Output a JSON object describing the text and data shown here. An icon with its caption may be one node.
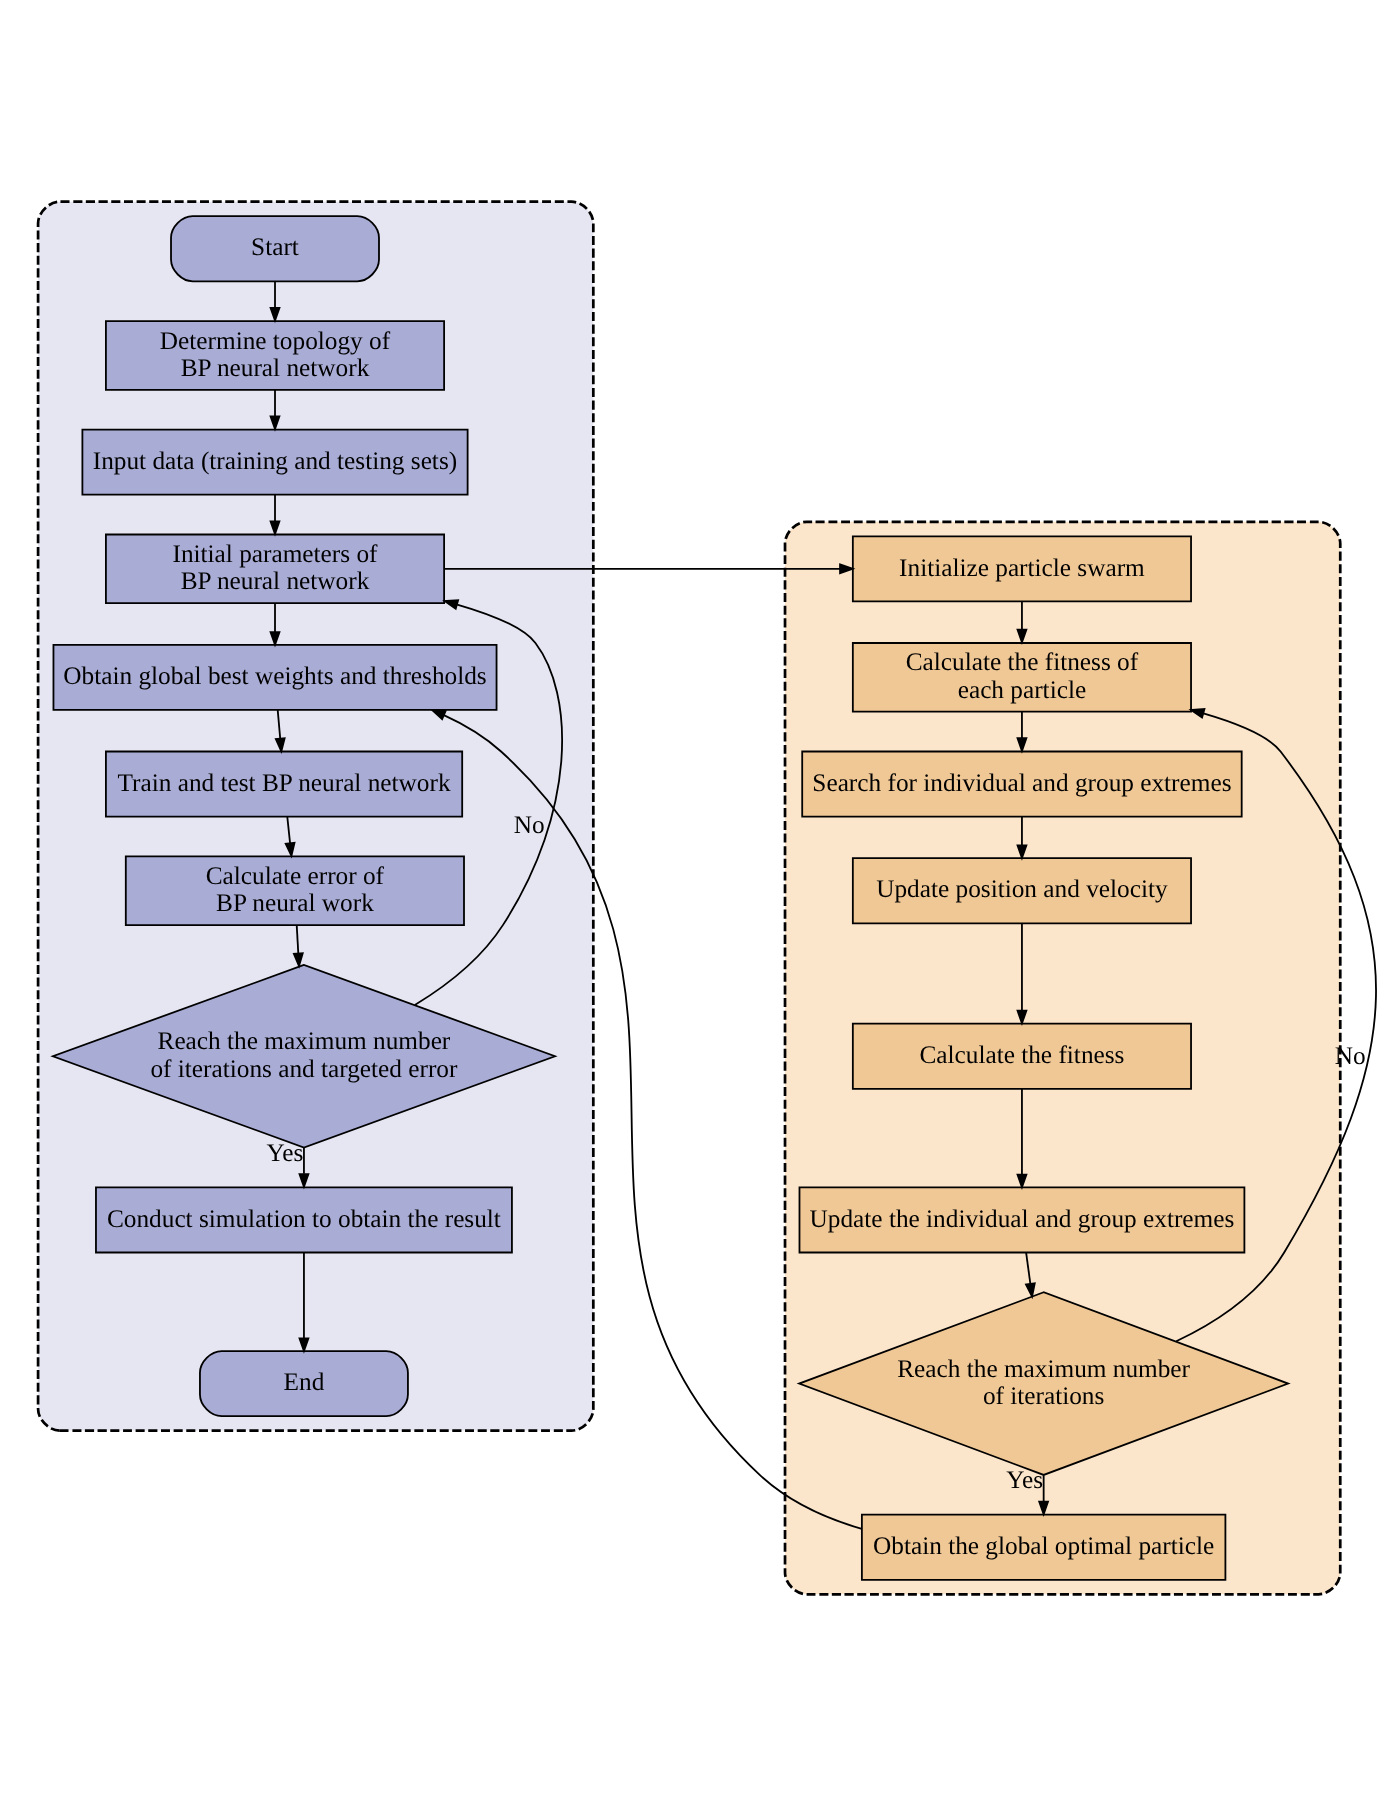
{
  "diagram": {
    "nodes": [
      {
        "text": [],
        "shape": "box"
      },
      {
        "text": [],
        "shape": "box"
      },
      {
        "text": [
          "Start"
        ],
        "in": 0
      },
      {
        "text": [
          "Determine topology of BP neural network"
        ],
        "in": 0
      },
      {
        "text": [
          "Input data (training and testing sets)"
        ],
        "in": 0
      },
      {
        "text": [
          "Initial parameters of BP neural network"
        ],
        "in": 0
      },
      {
        "text": [
          "Obtain global best weights and thresholds"
        ],
        "in": 0
      },
      {
        "text": [
          "Train and test BP neural network"
        ],
        "in": 0
      },
      {
        "text": [
          "Calculate error of BP neural work"
        ],
        "in": 0
      },
      {
        "text": [
          "Reach the maximum number of iterations and targeted error"
        ],
        "in": 0
      },
      {
        "text": [
          "Conduct simulation to obtain the result"
        ],
        "in": 0
      },
      {
        "text": [
          "End"
        ],
        "in": 0
      },
      {
        "text": [
          "Initialize particle swarm"
        ],
        "in": 1
      },
      {
        "text": [
          "Calculate the fitness of each particle"
        ],
        "in": 1
      },
      {
        "text": [
          "Search for individual and group extremes"
        ],
        "in": 1
      },
      {
        "text": [
          "Update position and velocity"
        ],
        "in": 1
      },
      {
        "text": [
          "Calculate the fitness"
        ],
        "in": 1
      },
      {
        "text": [
          "Update the individual and group extremes"
        ],
        "in": 1
      },
      {
        "text": [
          "Reach the maximum number of iterations"
        ],
        "in": 1
      },
      {
        "text": [
          "Obtain the global optimal particle"
        ],
        "in": 1
      }
    ],
    "edges": [
      {
        "from": 2,
        "to": 3,
        "arrow": "to"
      },
      {
        "from": 3,
        "to": 4,
        "arrow": "to"
      },
      {
        "from": 4,
        "to": 5,
        "arrow": "to"
      },
      {
        "from": 5,
        "to": 6,
        "arrow": "to"
      },
      {
        "from": 6,
        "to": 7,
        "arrow": "to"
      },
      {
        "from": 7,
        "to": 8,
        "arrow": "to"
      },
      {
        "from": 8,
        "to": 9,
        "arrow": "to"
      },
      {
        "from": 9,
        "to": 10,
        "arrow": "to",
        "label": "Yes"
      },
      {
        "from": 10,
        "to": 11,
        "arrow": "to"
      },
      {
        "from": 9,
        "to": 5,
        "arrow": "to",
        "label": "No"
      },
      {
        "from": 5,
        "to": 12,
        "arrow": "to"
      },
      {
        "from": 12,
        "to": 13,
        "arrow": "to"
      },
      {
        "from": 13,
        "to": 14,
        "arrow": "to"
      },
      {
        "from": 14,
        "to": 15,
        "arrow": "to"
      },
      {
        "from": 15,
        "to": 16,
        "arrow": "to"
      },
      {
        "from": 16,
        "to": 17,
        "arrow": "to"
      },
      {
        "from": 17,
        "to": 18,
        "arrow": "to"
      },
      {
        "from": 18,
        "to": 13,
        "arrow": "to",
        "label": "No"
      },
      {
        "from": 18,
        "to": 19,
        "arrow": "to",
        "label": "Yes"
      },
      {
        "from": 19,
        "to": 6,
        "arrow": "to"
      }
    ]
  }
}
